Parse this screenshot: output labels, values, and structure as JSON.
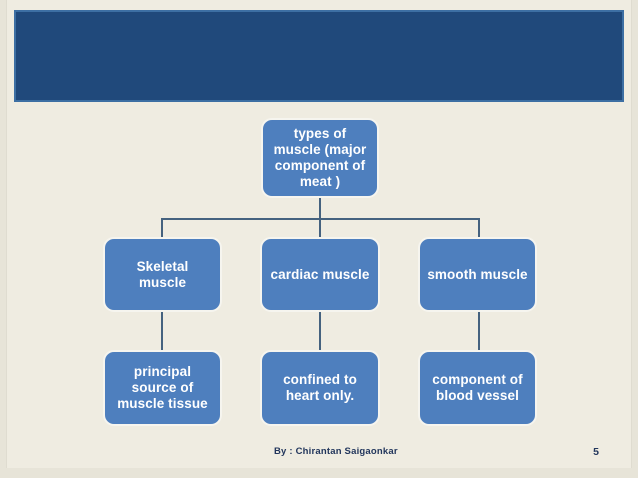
{
  "slide": {
    "banner": {
      "title": "",
      "background_color": "#20497B",
      "border_color": "#3D6FA3"
    },
    "background_color": "#EFECE1",
    "outer_background_color": "#E7E4D8"
  },
  "diagram": {
    "type": "org-chart",
    "node_color": "#4E7FBE",
    "node_text_color": "#FFFFFF",
    "connector_color": "#45627F",
    "root": {
      "label": "types of\nmuscle (major\ncomponent of\nmeat )"
    },
    "level2": [
      {
        "label": "Skeletal\nmuscle"
      },
      {
        "label": "cardiac muscle"
      },
      {
        "label": "smooth muscle"
      }
    ],
    "level3": [
      {
        "label": "principal\nsource of\nmuscle tissue"
      },
      {
        "label": "confined to\nheart only."
      },
      {
        "label": "component of\nblood vessel"
      }
    ]
  },
  "footer": {
    "author": "By : Chirantan Saigaonkar",
    "page_number": "5",
    "text_color": "#22365C"
  }
}
